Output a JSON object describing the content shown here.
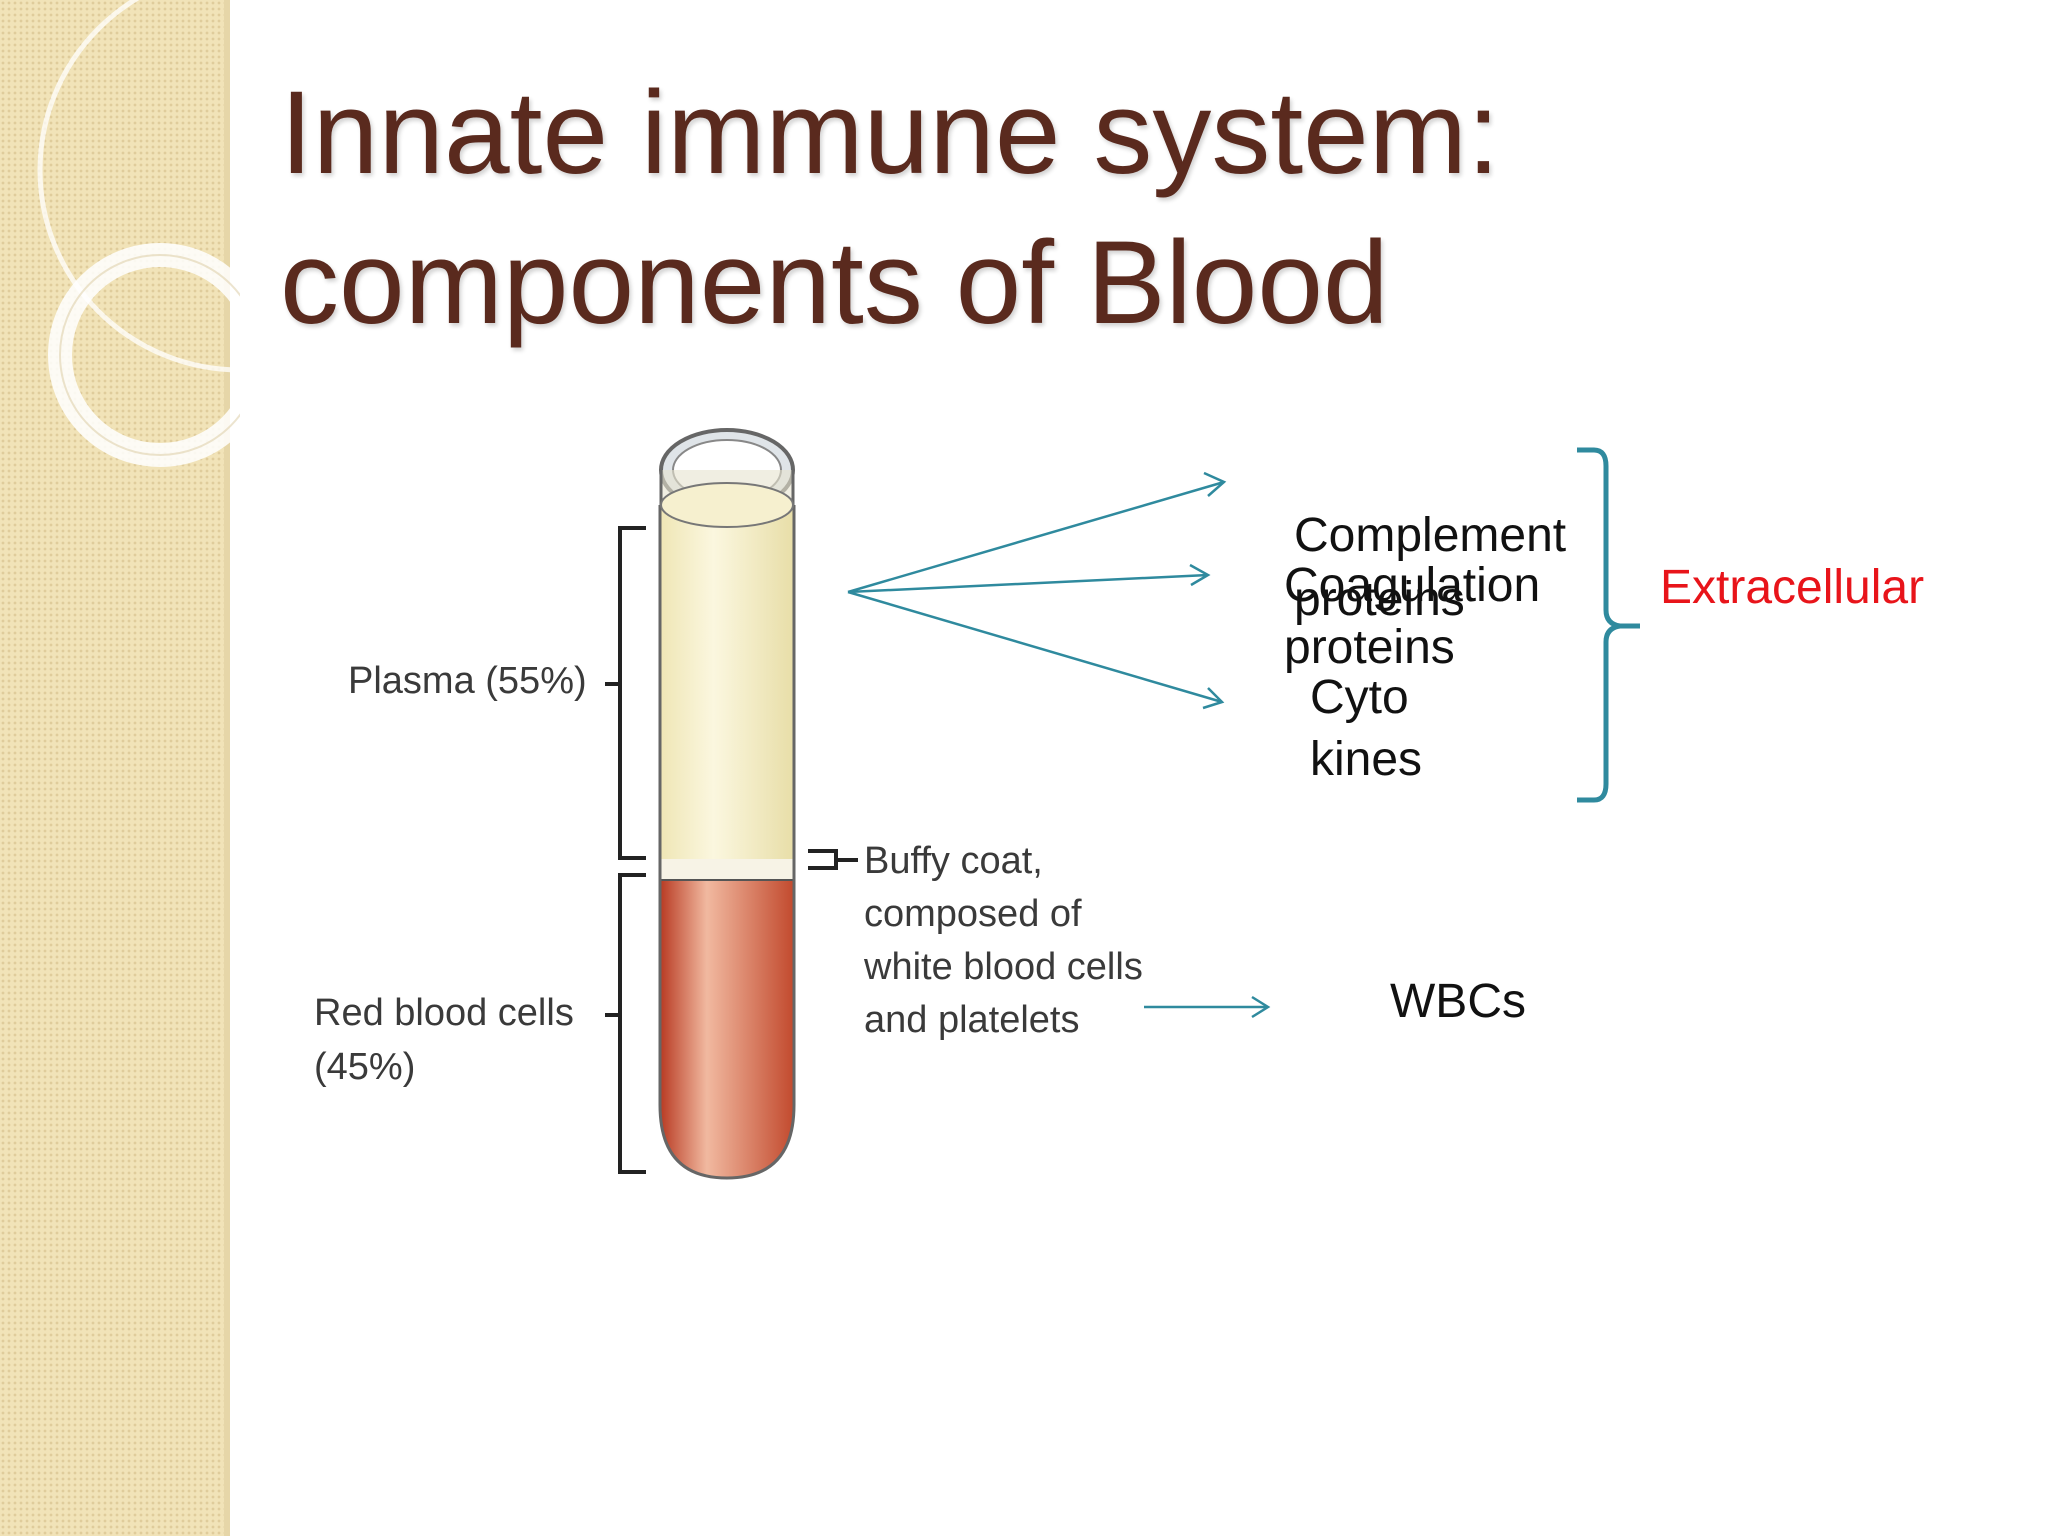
{
  "slide": {
    "title_line1": "Innate immune system:",
    "title_line2": "components of Blood"
  },
  "figure": {
    "plasma_label": "Plasma (55%)",
    "rbc_label_line1": "Red blood cells",
    "rbc_label_line2": "(45%)",
    "buffy_line1": "Buffy coat,",
    "buffy_line2": "composed of",
    "buffy_line3": "white blood cells",
    "buffy_line4": "and platelets"
  },
  "components": {
    "complement_line1": "Complement",
    "complement_line2": "proteins",
    "coagulation_line1": "Coagulation",
    "coagulation_line2": "proteins",
    "cytokines_line1": "Cyto",
    "cytokines_line2": "kines",
    "wbcs": "WBCs",
    "extracellular": "Extracellular"
  },
  "colors": {
    "title": "#5a2a1e",
    "extracellular": "#e8141a",
    "arrow": "#2f8a9e",
    "bracket": "#2f8a9e",
    "side_band": "#f1e3b8"
  }
}
